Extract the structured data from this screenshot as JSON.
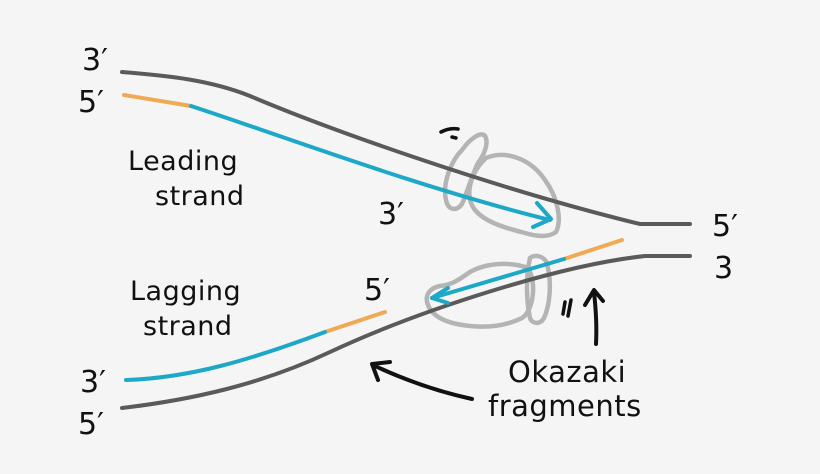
{
  "diagram": {
    "title": "DNA replication fork",
    "colors": {
      "background": "#f5f5f5",
      "template_strand": "#5a5a5a",
      "new_dna": "#1ea8c8",
      "primer": "#eeaa55",
      "enzyme_outline": "#b4b4b4",
      "ink": "#111111"
    },
    "labels": {
      "top_template_left": "3′",
      "leading_left": "5′",
      "leading_title_line1": "Leading",
      "leading_title_line2": "strand",
      "leading_tip": "3′",
      "top_template_right": "5′",
      "bottom_template_right": "3",
      "lagging_title_line1": "Lagging",
      "lagging_title_line2": "strand",
      "lagging_fragment_5": "5′",
      "lagging_left": "3′",
      "bottom_template_left": "5′",
      "okazaki_line1": "Okazaki",
      "okazaki_line2": "fragments"
    },
    "elements": {
      "top_template": "parental template strand (top)",
      "bottom_template": "parental template strand (bottom)",
      "leading_primer": "RNA primer",
      "leading_new": "leading strand new DNA",
      "lagging_fragment_primer": "RNA primer",
      "lagging_fragment_new": "Okazaki fragment new DNA",
      "lagging_primer": "RNA primer",
      "lagging_new": "lagging strand new DNA",
      "polymerase_top": "DNA polymerase",
      "polymerase_bottom": "DNA polymerase"
    }
  }
}
